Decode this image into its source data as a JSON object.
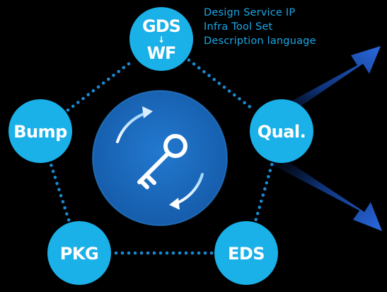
{
  "nodes": {
    "gds": {
      "top": "GDS",
      "bottom": "WF",
      "arrow": "↓"
    },
    "bump": "Bump",
    "qual": "Qual.",
    "pkg": "PKG",
    "eds": "EDS"
  },
  "descriptions": [
    "Design Service IP",
    "Infra Tool Set",
    "Description language"
  ],
  "center_icon": "key-icon",
  "colors": {
    "background": "#000000",
    "node_fill": "#1ab0e8",
    "center_fill": "#1c6fc2",
    "dots": "#1a8ad0",
    "desc_text": "#1aa7e6",
    "arrow_fill": "#1e5bc8"
  }
}
